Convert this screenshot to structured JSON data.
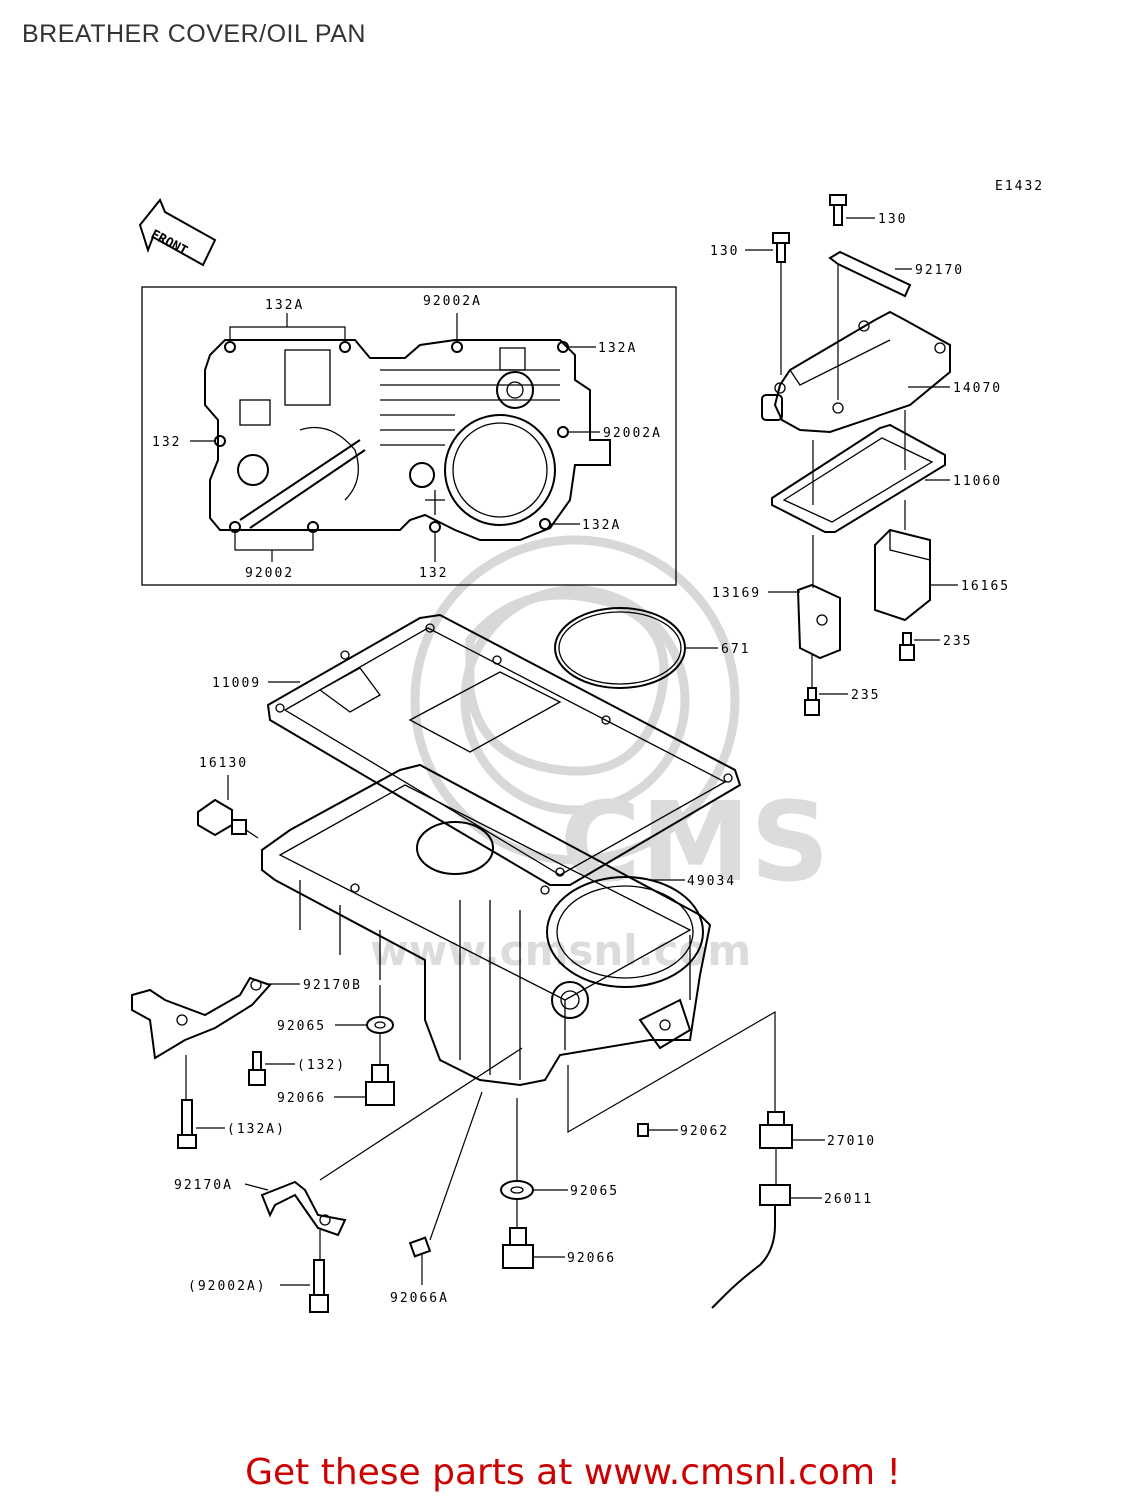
{
  "title": "BREATHER COVER/OIL PAN",
  "code": "E1432",
  "front_label": "FRONT",
  "watermark": "www.cmsnl.com",
  "footer": "Get these parts at www.cmsnl.com !",
  "labels": {
    "l_130_top": "130",
    "l_130_left": "130",
    "l_92170": "92170",
    "l_14070": "14070",
    "l_11060": "11060",
    "l_16165": "16165",
    "l_13169": "13169",
    "l_235_a": "235",
    "l_235_b": "235",
    "l_671": "671",
    "l_132a_1": "132A",
    "l_92002a_1": "92002A",
    "l_132a_2": "132A",
    "l_132_1": "132",
    "l_92002a_2": "92002A",
    "l_132a_3": "132A",
    "l_92002": "92002",
    "l_132_2": "132",
    "l_11009": "11009",
    "l_16130": "16130",
    "l_49034": "49034",
    "l_92170b": "92170B",
    "l_92065_a": "92065",
    "l_132_p": "(132)",
    "l_92066_a": "92066",
    "l_132a_p": "(132A)",
    "l_92062": "92062",
    "l_27010": "27010",
    "l_26011": "26011",
    "l_92170a": "92170A",
    "l_92065_b": "92065",
    "l_92066_b": "92066",
    "l_92002a_p": "(92002A)",
    "l_92066a": "92066A"
  }
}
